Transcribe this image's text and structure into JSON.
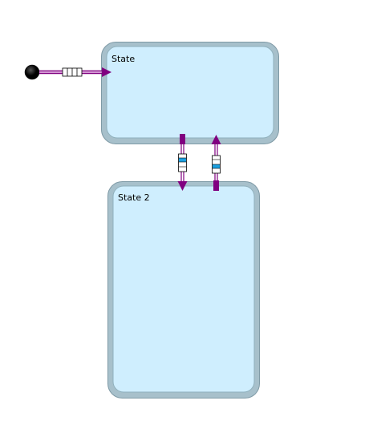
{
  "diagram": {
    "type": "state-machine",
    "states": [
      {
        "id": "state1",
        "label": "State"
      },
      {
        "id": "state2",
        "label": "State 2"
      }
    ],
    "initial": {
      "target": "state1"
    },
    "transitions": [
      {
        "from": "state1",
        "to": "state2"
      },
      {
        "from": "state2",
        "to": "state1"
      }
    ]
  },
  "colors": {
    "state_fill": "#cfeefe",
    "state_border": "#9ab8c4",
    "state_border_dark": "#7f9aa6",
    "transition": "#800080",
    "initial_node": "#000000",
    "connector_blue": "#1ca0e0"
  }
}
